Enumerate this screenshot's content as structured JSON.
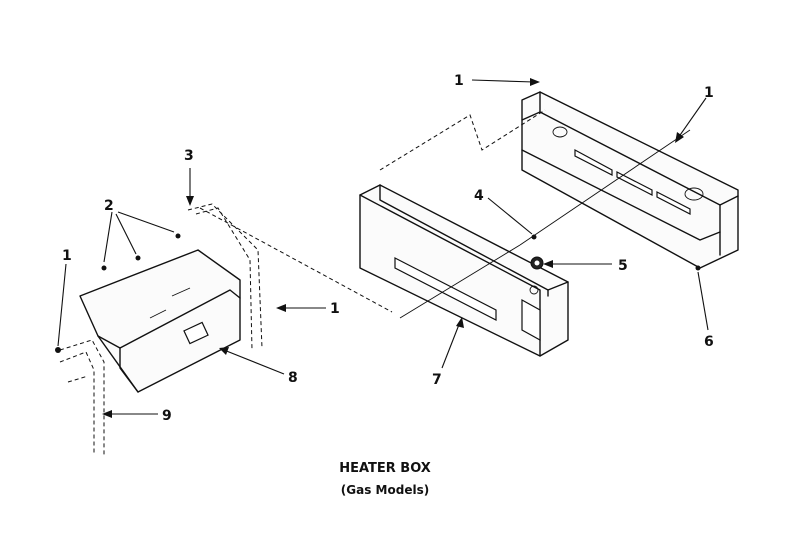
{
  "caption": {
    "title": "HEATER BOX",
    "subtitle": "(Gas Models)"
  },
  "callouts": {
    "c1_top": "1",
    "c1_top_right": "1",
    "c1_left": "1",
    "c1_mid": "1",
    "c2": "2",
    "c3": "3",
    "c4": "4",
    "c5": "5",
    "c6": "6",
    "c7": "7",
    "c8": "8",
    "c9": "9"
  }
}
